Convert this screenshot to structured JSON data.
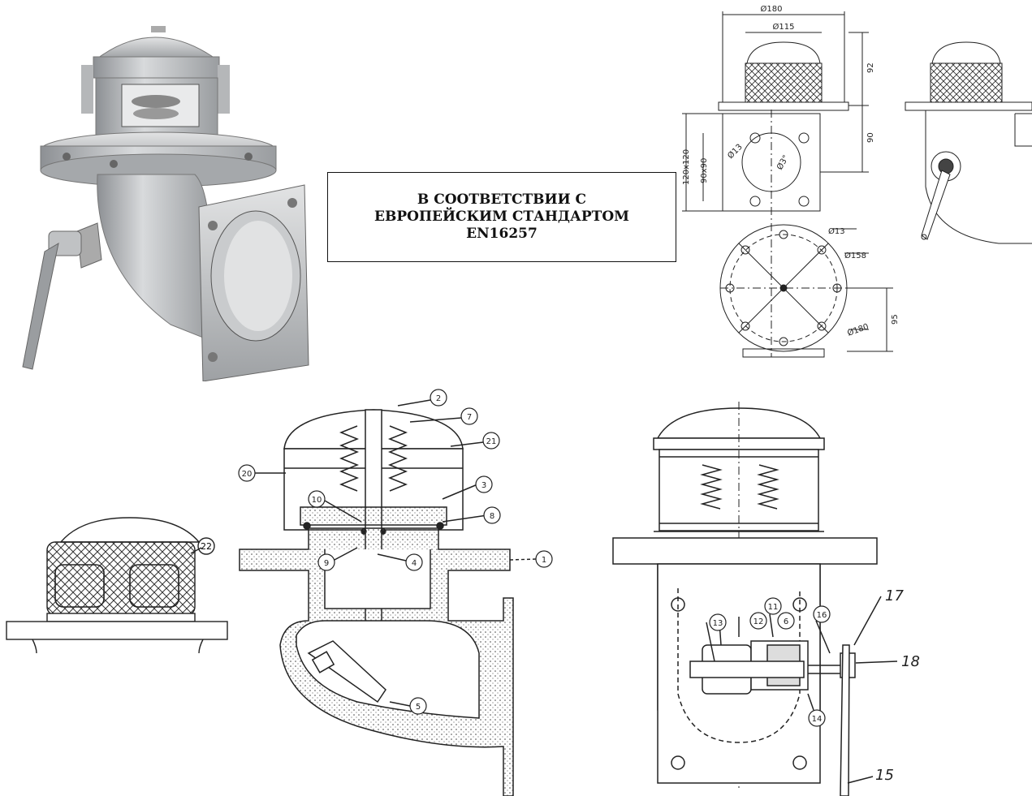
{
  "note": {
    "lines": [
      "В СООТВЕТСТВИИ С",
      "ЕВРОПЕЙСКИМ СТАНДАРТОМ",
      "EN16257"
    ]
  },
  "dimensions": {
    "d180_top": "Ø180",
    "d115": "Ø115",
    "h92": "92",
    "h90": "90",
    "sq120": "120x120",
    "sq90": "90x90",
    "d13_flange": "Ø13",
    "d3in": "Ø3\"",
    "d13_round": "Ø13",
    "d158": "Ø158",
    "d180_round": "Ø180",
    "h95": "95"
  },
  "callouts": {
    "c1": "1",
    "c2": "2",
    "c3": "3",
    "c4": "4",
    "c5": "5",
    "c7": "7",
    "c8": "8",
    "c9": "9",
    "c10": "10",
    "c20": "20",
    "c21": "21",
    "c22": "22",
    "c6": "6",
    "c11": "11",
    "c12": "12",
    "c13": "13",
    "c14": "14",
    "c15": "15",
    "c16": "16",
    "c17": "17",
    "c18": "18"
  },
  "colors": {
    "metal": "#bcbfc2",
    "line": "#222222",
    "hatch": "#333333"
  }
}
